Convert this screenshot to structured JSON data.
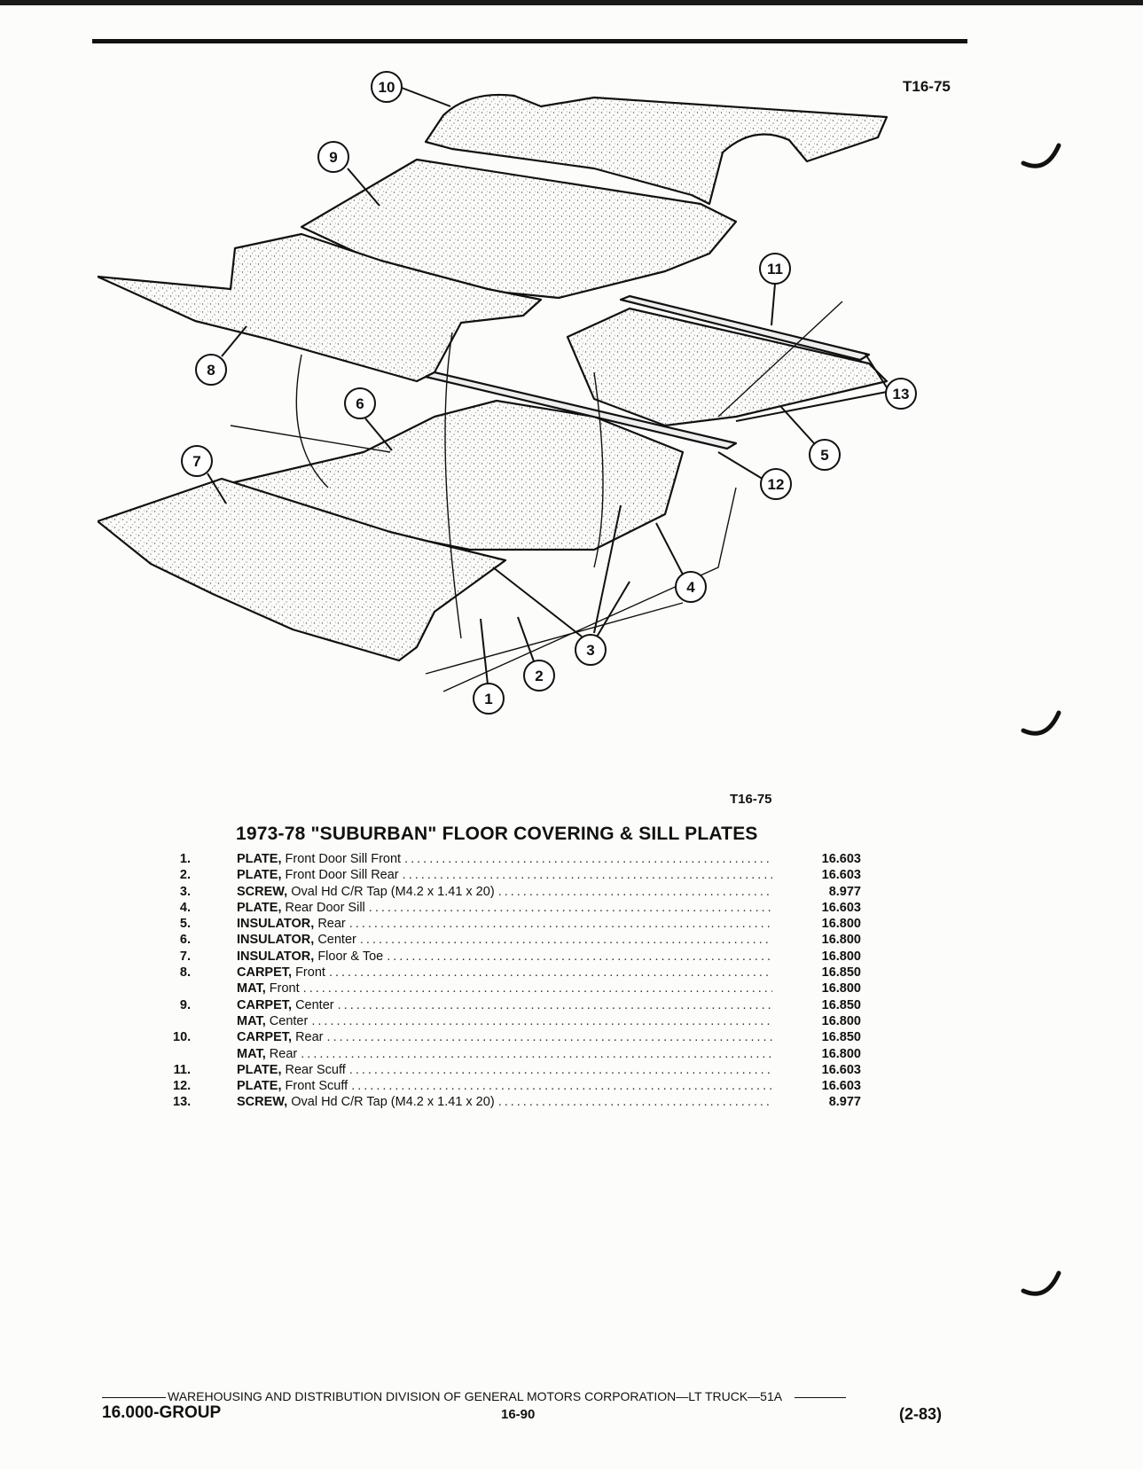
{
  "figure_code": "T16-75",
  "figure_code_caption": "T16-75",
  "title": "1973-78 \"SUBURBAN\" FLOOR COVERING & SILL PLATES",
  "callouts": [
    "1",
    "2",
    "3",
    "4",
    "5",
    "6",
    "7",
    "8",
    "9",
    "10",
    "11",
    "12",
    "13"
  ],
  "parts": [
    {
      "num": "1.",
      "name": "PLATE,",
      "desc": "Front Door Sill Front",
      "group": "16.603"
    },
    {
      "num": "2.",
      "name": "PLATE,",
      "desc": "Front Door Sill Rear",
      "group": "16.603"
    },
    {
      "num": "3.",
      "name": "SCREW,",
      "desc": "Oval Hd C/R Tap (M4.2 x 1.41 x 20)",
      "group": "8.977"
    },
    {
      "num": "4.",
      "name": "PLATE,",
      "desc": "Rear Door Sill",
      "group": "16.603"
    },
    {
      "num": "5.",
      "name": "INSULATOR,",
      "desc": "Rear",
      "group": "16.800"
    },
    {
      "num": "6.",
      "name": "INSULATOR,",
      "desc": "Center",
      "group": "16.800"
    },
    {
      "num": "7.",
      "name": "INSULATOR,",
      "desc": "Floor & Toe",
      "group": "16.800"
    },
    {
      "num": "8.",
      "name": "CARPET,",
      "desc": "Front",
      "group": "16.850"
    },
    {
      "num": "",
      "name": "MAT,",
      "desc": "Front",
      "group": "16.800"
    },
    {
      "num": "9.",
      "name": "CARPET,",
      "desc": "Center",
      "group": "16.850"
    },
    {
      "num": "",
      "name": "MAT,",
      "desc": "Center",
      "group": "16.800"
    },
    {
      "num": "10.",
      "name": "CARPET,",
      "desc": "Rear",
      "group": "16.850"
    },
    {
      "num": "",
      "name": "MAT,",
      "desc": "Rear",
      "group": "16.800"
    },
    {
      "num": "11.",
      "name": "PLATE,",
      "desc": "Rear Scuff",
      "group": "16.603"
    },
    {
      "num": "12.",
      "name": "PLATE,",
      "desc": "Front Scuff",
      "group": "16.603"
    },
    {
      "num": "13.",
      "name": "SCREW,",
      "desc": "Oval Hd C/R Tap (M4.2 x 1.41 x 20)",
      "group": "8.977"
    }
  ],
  "footer": {
    "division": "WAREHOUSING AND DISTRIBUTION  DIVISION OF GENERAL MOTORS CORPORATION—LT TRUCK—51A",
    "group": "16.000-GROUP",
    "page": "16-90",
    "date": "(2-83)"
  }
}
